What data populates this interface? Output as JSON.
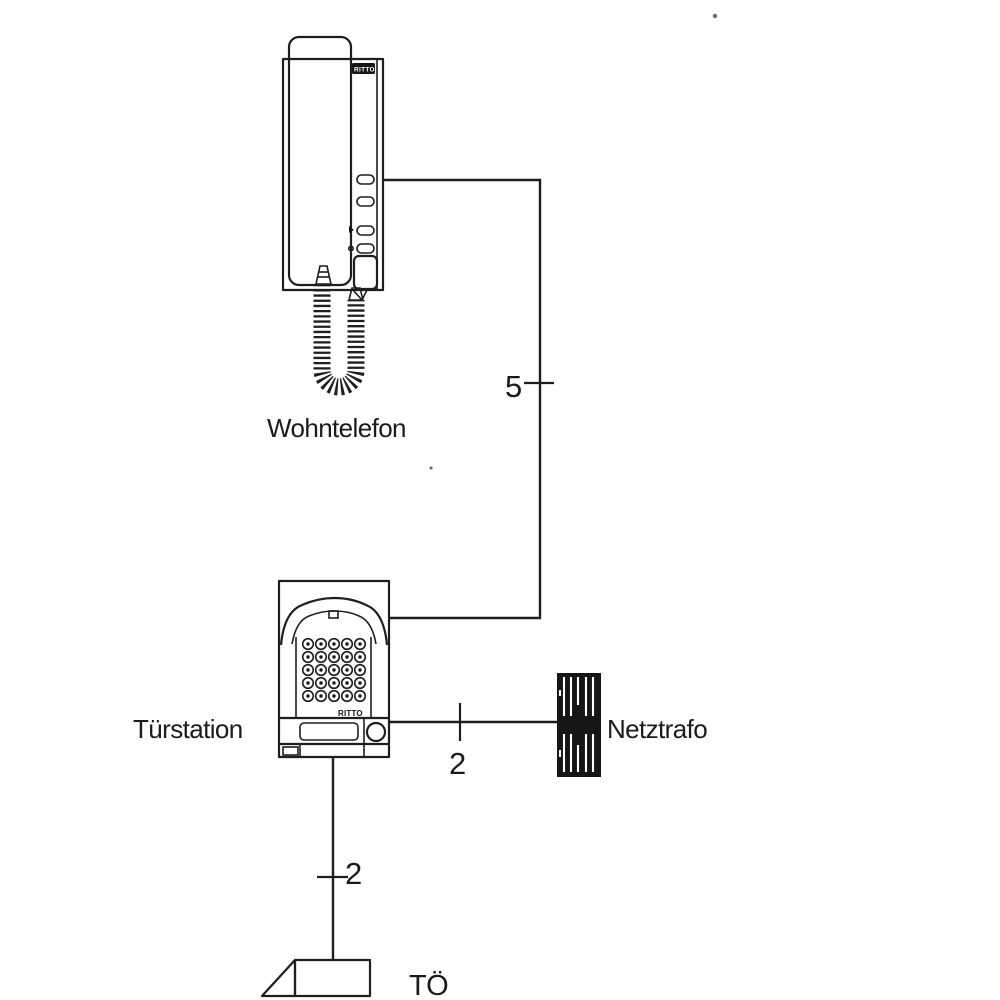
{
  "diagram": {
    "type": "intercom-wiring-diagram",
    "components": [
      {
        "id": "wohntelefon",
        "label": "Wohntelefon",
        "brand": "RITTO"
      },
      {
        "id": "tuerstation",
        "label": "Türstation",
        "brand": "RITTO"
      },
      {
        "id": "netztrafo",
        "label": "Netztrafo"
      },
      {
        "id": "tueroeffner",
        "label": "TÖ"
      }
    ],
    "connections": [
      {
        "from": "wohntelefon",
        "to": "tuerstation",
        "wires": "5"
      },
      {
        "from": "tuerstation",
        "to": "netztrafo",
        "wires": "2"
      },
      {
        "from": "tuerstation",
        "to": "tueroeffner",
        "wires": "2"
      }
    ],
    "colors": {
      "line": "#1e1e1e",
      "background": "#ffffff",
      "trafo_fill": "#161616"
    }
  }
}
